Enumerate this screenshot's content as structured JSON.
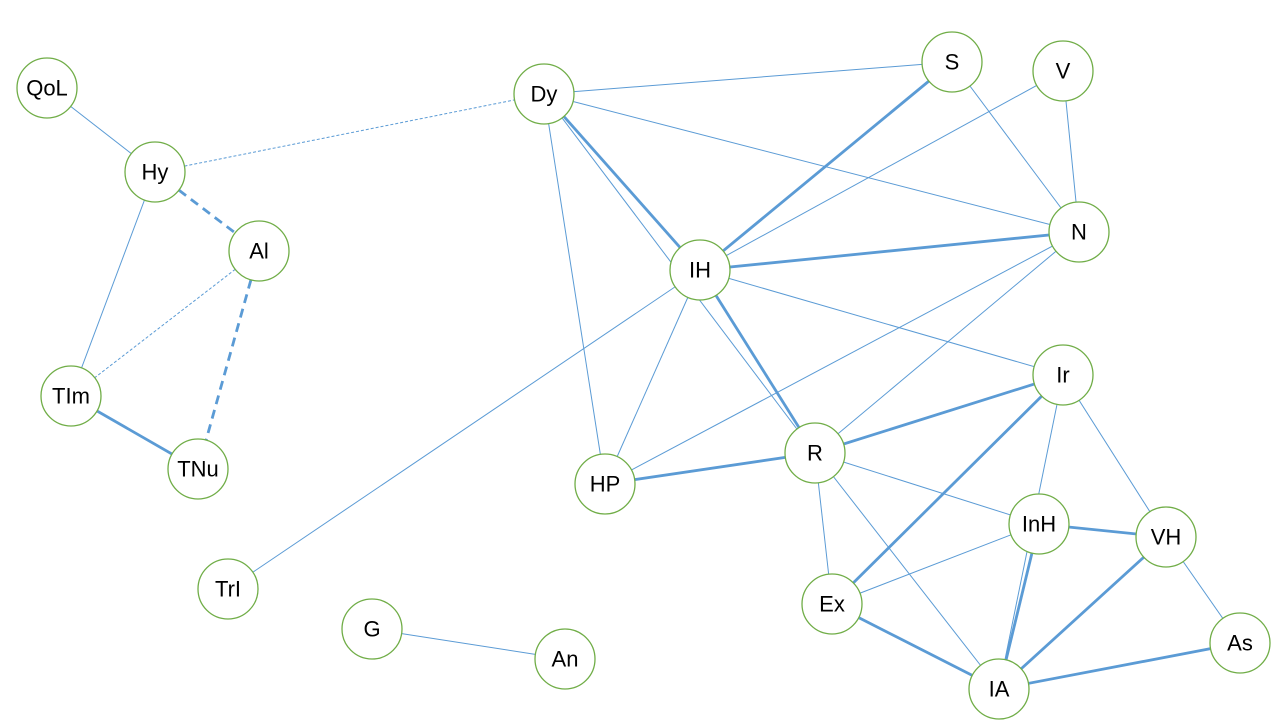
{
  "colors": {
    "node_stroke": "#70ad47",
    "edge": "#5b9bd5",
    "background": "#ffffff"
  },
  "nodes": [
    {
      "id": "QoL",
      "label": "QoL"
    },
    {
      "id": "Hy",
      "label": "Hy"
    },
    {
      "id": "Al",
      "label": "Al"
    },
    {
      "id": "TIm",
      "label": "TIm"
    },
    {
      "id": "TNu",
      "label": "TNu"
    },
    {
      "id": "TrI",
      "label": "TrI"
    },
    {
      "id": "G",
      "label": "G"
    },
    {
      "id": "An",
      "label": "An"
    },
    {
      "id": "Dy",
      "label": "Dy"
    },
    {
      "id": "S",
      "label": "S"
    },
    {
      "id": "V",
      "label": "V"
    },
    {
      "id": "N",
      "label": "N"
    },
    {
      "id": "IH",
      "label": "IH"
    },
    {
      "id": "HP",
      "label": "HP"
    },
    {
      "id": "R",
      "label": "R"
    },
    {
      "id": "Ir",
      "label": "Ir"
    },
    {
      "id": "InH",
      "label": "InH"
    },
    {
      "id": "VH",
      "label": "VH"
    },
    {
      "id": "Ex",
      "label": "Ex"
    },
    {
      "id": "As",
      "label": "As"
    },
    {
      "id": "IA",
      "label": "IA"
    }
  ],
  "edges": [
    {
      "from": "QoL",
      "to": "Hy",
      "strength": "weak",
      "style": "solid"
    },
    {
      "from": "Hy",
      "to": "Dy",
      "strength": "weak",
      "style": "dotted"
    },
    {
      "from": "Hy",
      "to": "Al",
      "strength": "strong",
      "style": "dashed"
    },
    {
      "from": "Hy",
      "to": "TIm",
      "strength": "weak",
      "style": "solid"
    },
    {
      "from": "Al",
      "to": "TIm",
      "strength": "weak",
      "style": "dotted"
    },
    {
      "from": "Al",
      "to": "TNu",
      "strength": "strong",
      "style": "dashed"
    },
    {
      "from": "TIm",
      "to": "TNu",
      "strength": "strong",
      "style": "solid"
    },
    {
      "from": "TrI",
      "to": "IH",
      "strength": "weak",
      "style": "solid"
    },
    {
      "from": "G",
      "to": "An",
      "strength": "weak",
      "style": "solid"
    },
    {
      "from": "Dy",
      "to": "S",
      "strength": "weak",
      "style": "solid"
    },
    {
      "from": "Dy",
      "to": "N",
      "strength": "weak",
      "style": "solid"
    },
    {
      "from": "Dy",
      "to": "IH",
      "strength": "strong",
      "style": "solid"
    },
    {
      "from": "Dy",
      "to": "HP",
      "strength": "weak",
      "style": "solid"
    },
    {
      "from": "Dy",
      "to": "R",
      "strength": "weak",
      "style": "solid"
    },
    {
      "from": "S",
      "to": "IH",
      "strength": "strong",
      "style": "solid"
    },
    {
      "from": "S",
      "to": "N",
      "strength": "weak",
      "style": "solid"
    },
    {
      "from": "V",
      "to": "IH",
      "strength": "weak",
      "style": "solid"
    },
    {
      "from": "V",
      "to": "N",
      "strength": "weak",
      "style": "solid"
    },
    {
      "from": "IH",
      "to": "N",
      "strength": "strong",
      "style": "solid"
    },
    {
      "from": "IH",
      "to": "R",
      "strength": "strong",
      "style": "solid"
    },
    {
      "from": "IH",
      "to": "Ir",
      "strength": "weak",
      "style": "solid"
    },
    {
      "from": "IH",
      "to": "HP",
      "strength": "weak",
      "style": "solid"
    },
    {
      "from": "N",
      "to": "HP",
      "strength": "weak",
      "style": "solid"
    },
    {
      "from": "N",
      "to": "R",
      "strength": "weak",
      "style": "solid"
    },
    {
      "from": "HP",
      "to": "R",
      "strength": "strong",
      "style": "solid"
    },
    {
      "from": "R",
      "to": "Ir",
      "strength": "strong",
      "style": "solid"
    },
    {
      "from": "R",
      "to": "InH",
      "strength": "weak",
      "style": "solid"
    },
    {
      "from": "R",
      "to": "Ex",
      "strength": "weak",
      "style": "solid"
    },
    {
      "from": "R",
      "to": "IA",
      "strength": "weak",
      "style": "solid"
    },
    {
      "from": "Ir",
      "to": "Ex",
      "strength": "strong",
      "style": "solid"
    },
    {
      "from": "Ir",
      "to": "IA",
      "strength": "weak",
      "style": "solid"
    },
    {
      "from": "Ir",
      "to": "VH",
      "strength": "weak",
      "style": "solid"
    },
    {
      "from": "InH",
      "to": "VH",
      "strength": "strong",
      "style": "solid"
    },
    {
      "from": "InH",
      "to": "Ex",
      "strength": "weak",
      "style": "solid"
    },
    {
      "from": "InH",
      "to": "IA",
      "strength": "strong",
      "style": "solid"
    },
    {
      "from": "VH",
      "to": "IA",
      "strength": "strong",
      "style": "solid"
    },
    {
      "from": "VH",
      "to": "As",
      "strength": "weak",
      "style": "solid"
    },
    {
      "from": "Ex",
      "to": "IA",
      "strength": "strong",
      "style": "solid"
    },
    {
      "from": "IA",
      "to": "As",
      "strength": "strong",
      "style": "solid"
    }
  ]
}
